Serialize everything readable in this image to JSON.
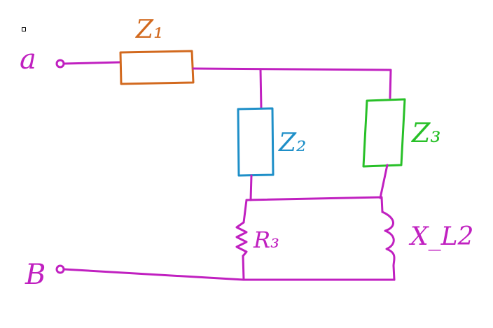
{
  "colors": {
    "wire": "#c020c0",
    "z1": "#d2691e",
    "z2": "#1e8fc8",
    "z3": "#28c028"
  },
  "labels": {
    "terminal_a": "a",
    "terminal_b": "B",
    "z1": "Z₁",
    "z2": "Z₂",
    "z3": "Z₃",
    "r3": "R₃",
    "xl2": "X_L2"
  }
}
